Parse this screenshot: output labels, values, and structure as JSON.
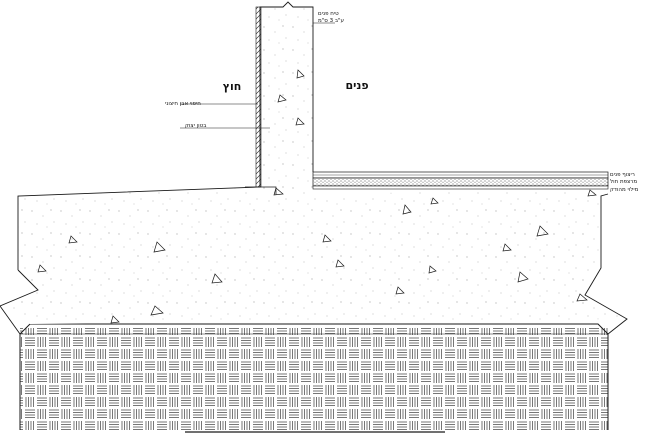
{
  "labels": {
    "outside": "חוץ",
    "inside": "פנים",
    "wall_note_line1": "טיח פנים",
    "wall_note_line2": "ע\"ב 3 ס\"מ",
    "external_cladding": "חיפוי אבן חיצוני",
    "concrete_wall": "בטון יצוק",
    "floor_tiles": "ריצוף פנים",
    "floor_bedding": "מרצפת חול",
    "floor_fill": "מילוי מהודק"
  },
  "colors": {
    "line": "#1a1a1a",
    "paper": "#ffffff",
    "stipple": "#6a6a6a"
  }
}
